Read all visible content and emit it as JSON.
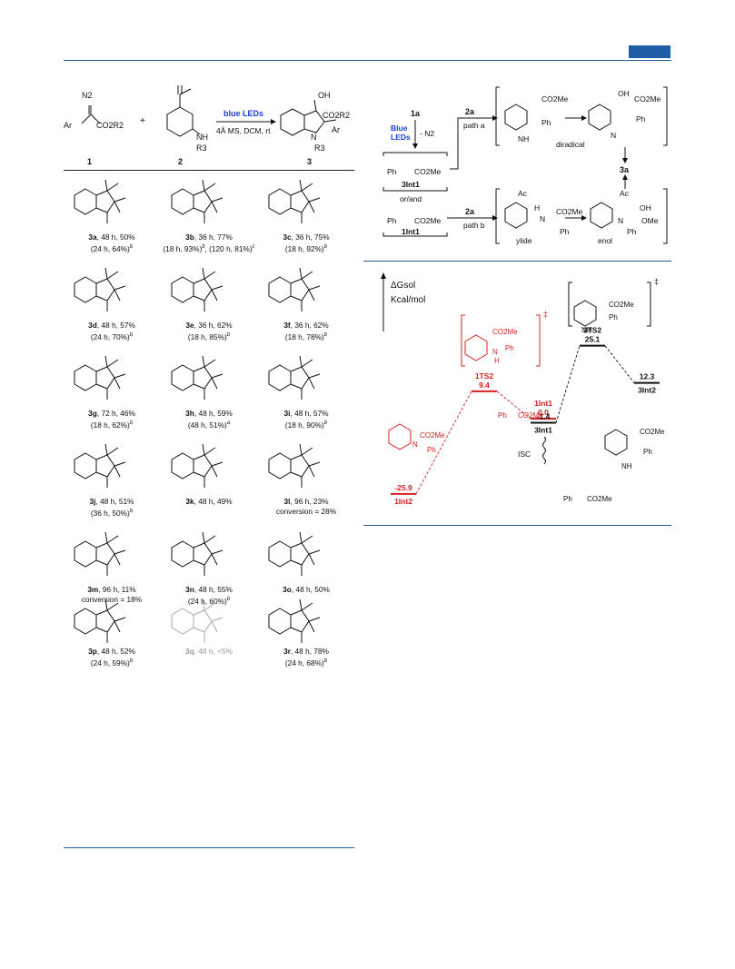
{
  "header": {
    "accent_color": "#1f5fa8"
  },
  "scheme": {
    "condition_top": "blue LEDs",
    "condition_bottom": "4Å MS, DCM, rt",
    "label_1": "1",
    "label_2": "2",
    "label_3": "3",
    "plus": "+",
    "reagent1": {
      "n2": "N2",
      "ar": "Ar",
      "ester": "CO2R2"
    },
    "reagent2": {
      "nh": "NH",
      "r3": "R3"
    },
    "product": {
      "oh": "OH",
      "ester": "CO2R2",
      "ar": "Ar",
      "n": "N",
      "r3": "R3"
    }
  },
  "products": [
    {
      "id": "3a",
      "line1": ", 48 h, 50%",
      "line2": "(24 h, 64%)",
      "sup2": "b"
    },
    {
      "id": "3b",
      "line1": ", 36 h, 77%",
      "line2": "(18 h, 93%)",
      "sup2": "b",
      "line2b": ", (120 h, 81%)",
      "sup2b": "c"
    },
    {
      "id": "3c",
      "line1": ", 36 h, 75%",
      "line2": "(18 h, 92%)",
      "sup2": "b"
    },
    {
      "id": "3d",
      "line1": ", 48 h, 57%",
      "line2": "(24 h, 70%)",
      "sup2": "b"
    },
    {
      "id": "3e",
      "line1": ", 36 h, 62%",
      "line2": "(18 h, 85%)",
      "sup2": "b"
    },
    {
      "id": "3f",
      "line1": ", 36 h, 62%",
      "line2": "(18 h, 78%)",
      "sup2": "b"
    },
    {
      "id": "3g",
      "line1": ", 72 h, 46%",
      "line2": "(18 h, 62%)",
      "sup2": "b"
    },
    {
      "id": "3h",
      "line1": ", 48 h, 59%",
      "line2": "(48 h, 51%)",
      "sup2": "a"
    },
    {
      "id": "3i",
      "line1": ", 48 h, 57%",
      "line2": "(18 h, 90%)",
      "sup2": "b"
    },
    {
      "id": "3j",
      "line1": ", 48 h, 51%",
      "line2": "(36 h, 50%)",
      "sup2": "b"
    },
    {
      "id": "3k",
      "line1": ", 48 h, 49%",
      "line2": "",
      "sup2": ""
    },
    {
      "id": "3l",
      "line1": ", 96 h, 23%",
      "line2": "conversion = 28%",
      "sup2": ""
    },
    {
      "id": "3m",
      "line1": ", 96 h, 11%",
      "line2": "conversion = 18%",
      "sup2": ""
    },
    {
      "id": "3n",
      "line1": ", 48 h, 55%",
      "line2": "(24 h, 60%)",
      "sup2": "b"
    },
    {
      "id": "3o",
      "line1": ", 48 h, 50%",
      "line2": "",
      "sup2": ""
    },
    {
      "id": "3p",
      "line1": ", 48 h, 52%",
      "line2": "(24 h, 59%)",
      "sup2": "b"
    },
    {
      "id": "3q",
      "line1": ", 48 h, <5%",
      "line2": "",
      "sup2": ""
    },
    {
      "id": "3r",
      "line1": ", 48 h, 78%",
      "line2": "(24 h, 68%)",
      "sup2": "b"
    }
  ],
  "mechanism": {
    "start": "1a",
    "light1": "Blue",
    "light2": "LEDs",
    "minus_n2": "- N2",
    "reagent_a": "2a",
    "path_a": "path a",
    "reagent_b": "2a",
    "path_b": "path b",
    "int_triplet": "3Int1",
    "or_and": "or/and",
    "int_singlet": "1Int1",
    "diradical": "diradical",
    "ylide": "ylide",
    "enol": "enol",
    "product": "3a",
    "ester": "CO2Me",
    "ph": "Ph",
    "ac": "Ac",
    "oh": "OH",
    "ome": "OMe",
    "nh": "NH",
    "n": "N",
    "h": "H"
  },
  "energy": {
    "y_axis_label": "ΔGsol",
    "y_axis_unit": "Kcal/mol",
    "isc": "ISC",
    "levels": [
      {
        "name": "1Int2",
        "value": "-25.9",
        "color": "#d42020"
      },
      {
        "name": "1TS2",
        "value": "9.4",
        "color": "#d42020"
      },
      {
        "name": "1Int1",
        "value": "0.0",
        "color": "#d42020"
      },
      {
        "name": "3Int1",
        "value": "-1.4",
        "color": "#111111"
      },
      {
        "name": "3TS2",
        "value": "25.1",
        "color": "#111111"
      },
      {
        "name": "3Int2",
        "value": "12.3",
        "color": "#111111"
      }
    ],
    "dagger": "‡"
  }
}
